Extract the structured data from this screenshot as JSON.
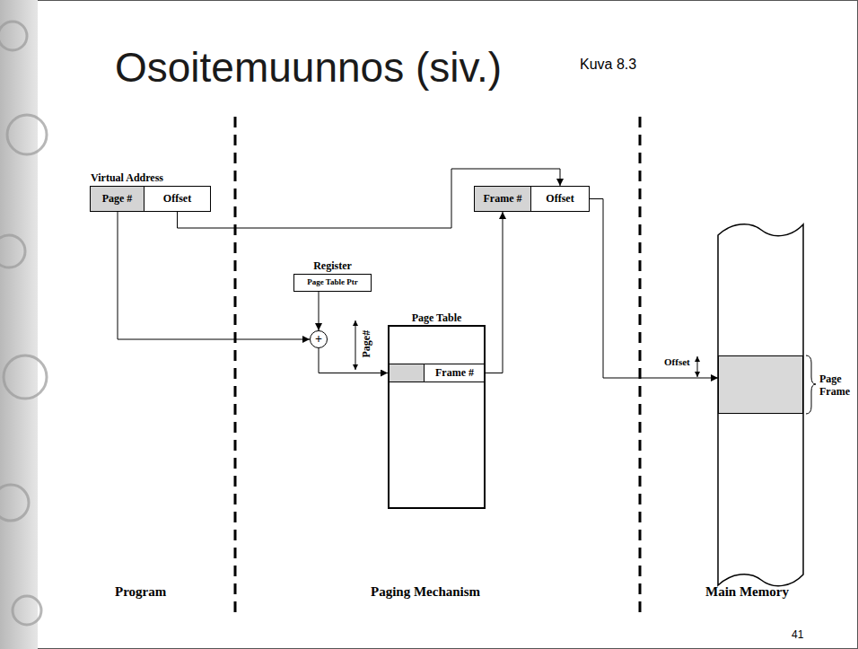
{
  "diagram": {
    "title": "Osoitemuunnos (siv.)",
    "nodes": [
      {
        "text": [
          "Virtual Address"
        ]
      },
      {
        "text": [
          "Page #"
        ],
        "in": 0
      },
      {
        "text": [
          "Offset"
        ],
        "in": 0
      },
      {
        "text": [
          "Frame #"
        ]
      },
      {
        "text": [
          "Offset"
        ]
      },
      {
        "text": [
          "Register",
          "Page Table Ptr"
        ]
      },
      {
        "text": [
          "+"
        ]
      },
      {
        "text": [
          "Page Table"
        ]
      },
      {
        "text": [
          "Frame #"
        ],
        "in": 7
      },
      {
        "text": [
          "Page Frame"
        ]
      }
    ],
    "edges": [
      {
        "from": 1,
        "to": 6,
        "arrow": "to"
      },
      {
        "from": 5,
        "to": 6,
        "arrow": "to"
      },
      {
        "from": 6,
        "to": 8,
        "arrow": "to"
      },
      {
        "from": 8,
        "to": 3,
        "arrow": "to"
      },
      {
        "from": 2,
        "to": 4,
        "arrow": "to"
      },
      {
        "from": 4,
        "to": 9,
        "arrow": "to"
      }
    ],
    "labels": [
      "Kuva 8.3",
      "Page#",
      "Offset",
      "Program",
      "Paging Mechanism",
      "Main Memory",
      "41"
    ]
  }
}
